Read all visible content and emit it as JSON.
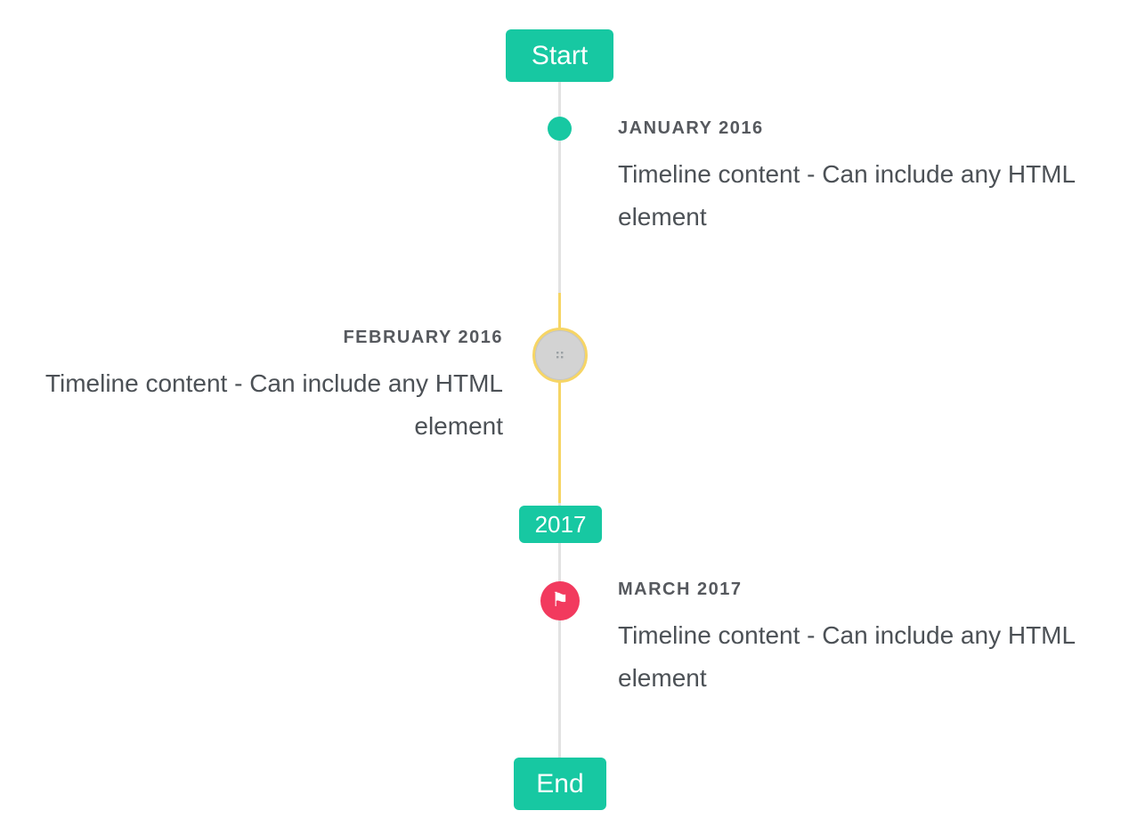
{
  "colors": {
    "accent": "#17c8a2",
    "highlight_yellow": "#f6d565",
    "flag_red": "#f23a5e",
    "line_gray": "#e2e2e2",
    "circle_gray_fill": "#d3d3d3",
    "title_text": "#56595e",
    "content_text": "#4c5156"
  },
  "icons": {
    "flag": "⚑"
  },
  "timeline": {
    "start_label": "Start",
    "year_badge": "2017",
    "end_label": "End",
    "items": [
      {
        "side": "right",
        "marker": "teal-dot",
        "title": "JANUARY 2016",
        "content": "Timeline content - Can include any HTML element"
      },
      {
        "side": "left",
        "marker": "image-circle",
        "icon": "broken-image-icon",
        "title": "FEBRUARY 2016",
        "content": "Timeline content - Can include any HTML element"
      },
      {
        "side": "right",
        "marker": "flag-circle",
        "icon": "flag-icon",
        "title": "MARCH 2017",
        "content": "Timeline content - Can include any HTML element"
      }
    ]
  }
}
